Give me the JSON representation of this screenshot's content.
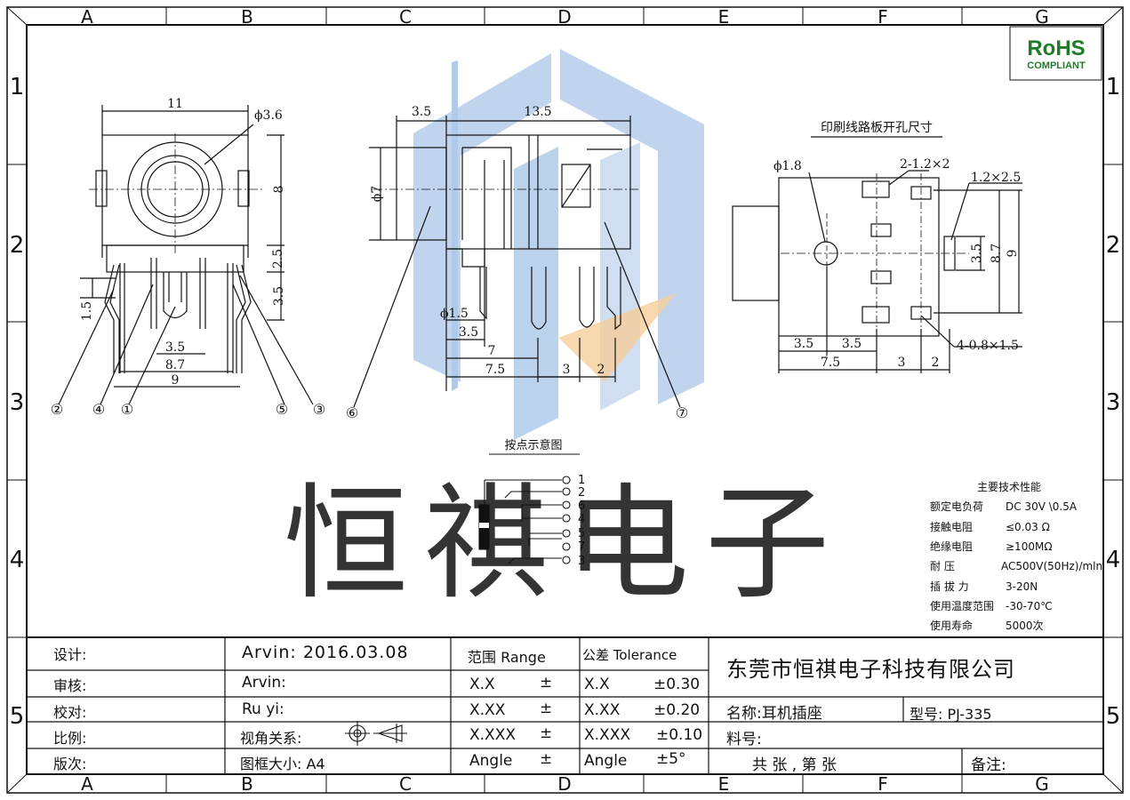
{
  "zone_letters": [
    "A",
    "B",
    "C",
    "D",
    "E",
    "F",
    "G"
  ],
  "zone_numbers": [
    "1",
    "2",
    "3",
    "4",
    "5"
  ],
  "rohs": {
    "line1": "RoHS",
    "line2": "COMPLIANT"
  },
  "watermark": {
    "text": "恒祺电子"
  },
  "front_view": {
    "dim_width": "11",
    "dim_hole": "ϕ3.6",
    "dim_height": "8",
    "dim_2_5": "2.5",
    "dim_3_5_right": "3.5",
    "dim_1_5": "1.5",
    "dim_3_5": "3.5",
    "dim_8_7": "8.7",
    "dim_9": "9",
    "pin_labels": [
      "②",
      "④",
      "①",
      "⑤",
      "③"
    ]
  },
  "side_view": {
    "dim_3_5_top": "3.5",
    "dim_13_5": "13.5",
    "dim_phi7": "ϕ7",
    "dim_phi1_5": "ϕ1.5",
    "dim_3_5": "3.5",
    "dim_7": "7",
    "dim_7_5": "7.5",
    "dim_3": "3",
    "dim_2": "2",
    "pin_labels": [
      "⑥",
      "⑦"
    ]
  },
  "pcb": {
    "title": "印刷线路板开孔尺寸",
    "dim_phi1_8": "ϕ1.8",
    "dim_2_12x2": "2-1.2×2",
    "dim_1_2x2_5": "1.2×2.5",
    "dim_3_5_v": "3.5",
    "dim_8_7_v": "8.7",
    "dim_9_v": "9",
    "dim_4_08x15": "4-0.8×1.5",
    "dim_3_5_a": "3.5",
    "dim_3_5_b": "3.5",
    "dim_7_5": "7.5",
    "dim_3": "3",
    "dim_2": "2"
  },
  "switch_diagram": {
    "title": "按点示意图",
    "pins": [
      "1",
      "2",
      "6",
      "4",
      "5",
      "7",
      "3"
    ]
  },
  "specs": {
    "title": "主要技术性能",
    "rows": [
      {
        "label": "额定电负荷",
        "value": "DC 30V \\0.5A"
      },
      {
        "label": "接触电阻",
        "value": "≤0.03  Ω"
      },
      {
        "label": "绝缘电阻",
        "value": "≥100MΩ"
      },
      {
        "label": "耐      压",
        "value": "AC500V(50Hz)/mln"
      },
      {
        "label": "插 拔 力",
        "value": "3-20N"
      },
      {
        "label": "使用温度范围",
        "value": "-30-70℃"
      },
      {
        "label": "使用寿命",
        "value": "5000次"
      }
    ]
  },
  "title_block": {
    "labels": [
      "设计:",
      "审核:",
      "校对:",
      "比例:",
      "版次:"
    ],
    "design_value": "Arvin:   2016.03.08",
    "review_value": "Arvin:",
    "check_value": "Ru   yi:",
    "view_label": "视角关系:",
    "frame_label": "图框大小:  A4",
    "range_header": "范围 Range",
    "tolerance_header": "公差 Tolerance",
    "range_rows": [
      {
        "range": "X.X",
        "sign": "±",
        "tol_name": "X.X",
        "tol_value": "±0.30"
      },
      {
        "range": "X.XX",
        "sign": "±",
        "tol_name": "X.XX",
        "tol_value": "±0.20"
      },
      {
        "range": "X.XXX",
        "sign": "±",
        "tol_name": "X.XXX",
        "tol_value": "±0.10"
      },
      {
        "range": "Angle",
        "sign": "±",
        "tol_name": "Angle",
        "tol_value": "±5°"
      }
    ],
    "company": "东莞市恒祺电子科技有限公司",
    "name": "名称:耳机插座",
    "model": "型号: PJ-335",
    "part_no": "料号:",
    "sheets": "共    张  , 第    张",
    "remarks": "备注:"
  },
  "colors": {
    "line": "#111111",
    "watermark_blue": "#6f9fd6",
    "watermark_orange": "#f0a64a",
    "watermark_gray": "#c9c9c9"
  }
}
